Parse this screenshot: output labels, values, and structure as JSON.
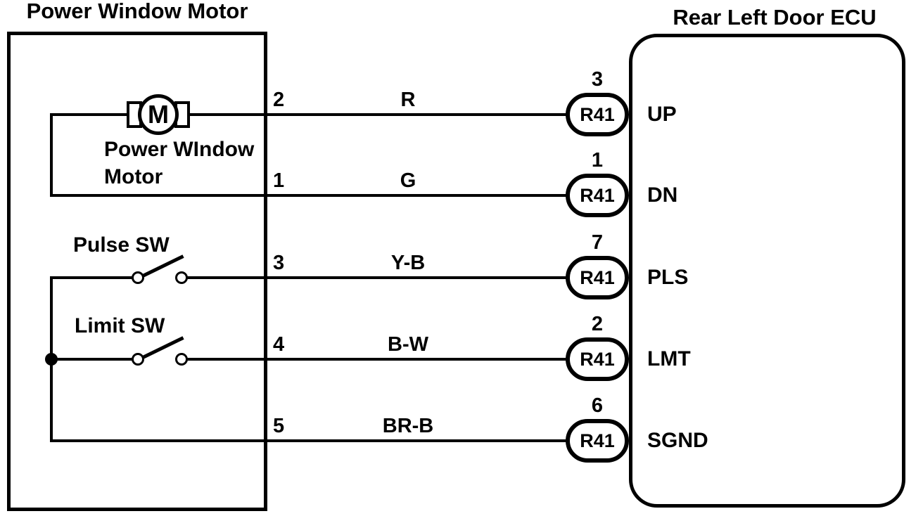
{
  "diagram": {
    "colors": {
      "ink": "#000000",
      "background": "#ffffff"
    },
    "left_box_title": "Power Window Motor",
    "right_box_title": "Rear Left Door ECU",
    "motor": {
      "symbol_letter": "M",
      "label_line1": "Power WIndow",
      "label_line2": "Motor"
    },
    "pulse_switch_label": "Pulse SW",
    "limit_switch_label": "Limit SW",
    "rows": [
      {
        "left_pin": "2",
        "wire_color": "R",
        "right_pin": "3",
        "connector": "R41",
        "ecu_label": "UP"
      },
      {
        "left_pin": "1",
        "wire_color": "G",
        "right_pin": "1",
        "connector": "R41",
        "ecu_label": "DN"
      },
      {
        "left_pin": "3",
        "wire_color": "Y-B",
        "right_pin": "7",
        "connector": "R41",
        "ecu_label": "PLS"
      },
      {
        "left_pin": "4",
        "wire_color": "B-W",
        "right_pin": "2",
        "connector": "R41",
        "ecu_label": "LMT"
      },
      {
        "left_pin": "5",
        "wire_color": "BR-B",
        "right_pin": "6",
        "connector": "R41",
        "ecu_label": "SGND"
      }
    ]
  }
}
